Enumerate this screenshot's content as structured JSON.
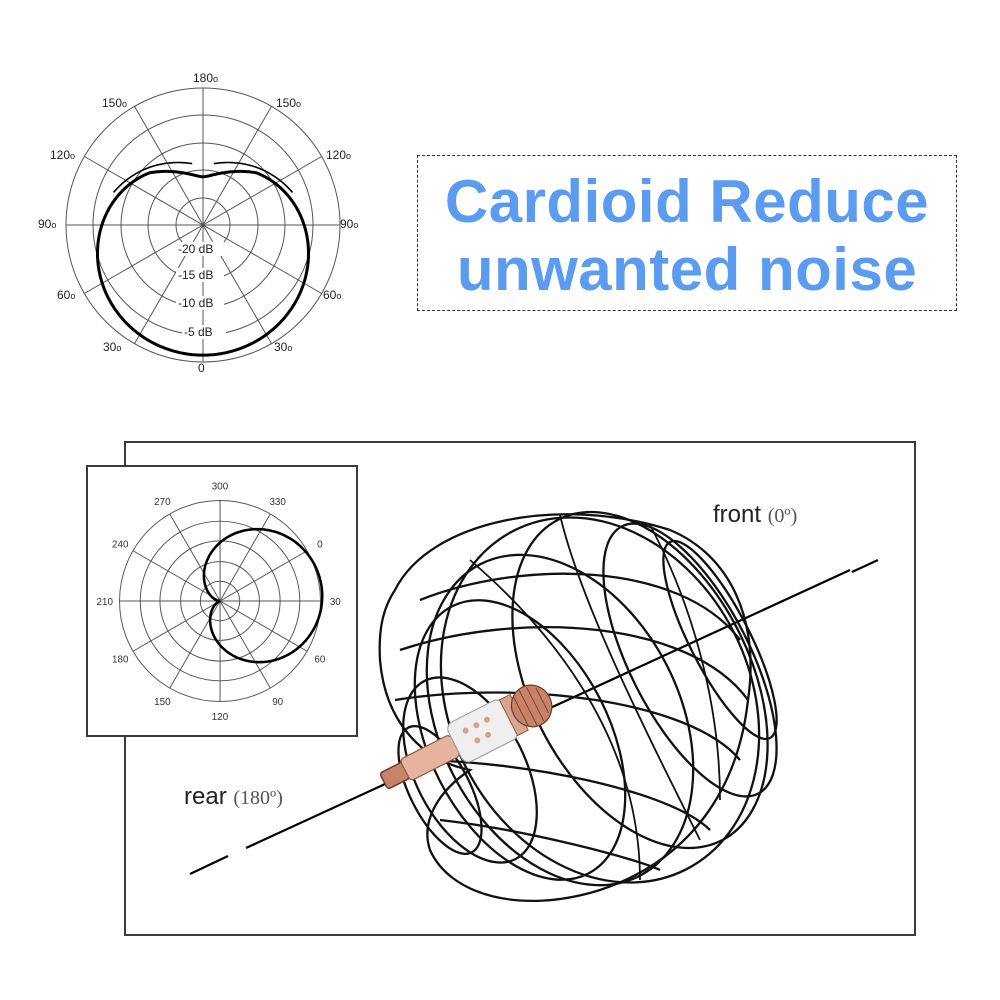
{
  "headline": {
    "line1": "Cardioid Reduce",
    "line2": "unwanted noise",
    "color": "#5b9cf0"
  },
  "top_polar": {
    "angle_labels": {
      "top": "180",
      "upper_left": "150",
      "upper_right": "150",
      "left_120": "120",
      "right_120": "120",
      "left_90": "90",
      "right_90": "90",
      "left_60": "60",
      "right_60": "60",
      "left_30": "30",
      "right_30": "30",
      "bottom": "0"
    },
    "degree_suffix": "o",
    "ring_labels": [
      "-20 dB",
      "-15 dB",
      "-10 dB",
      "-5 dB"
    ]
  },
  "inset_polar": {
    "angle_labels": [
      "300",
      "330",
      "0",
      "30",
      "60",
      "90",
      "120",
      "150",
      "180",
      "210",
      "240",
      "270"
    ]
  },
  "scene": {
    "front_label": "front",
    "front_deg": "(0º)",
    "rear_label": "rear",
    "rear_deg": "(180º)",
    "mic_color": "#d9a58e"
  }
}
